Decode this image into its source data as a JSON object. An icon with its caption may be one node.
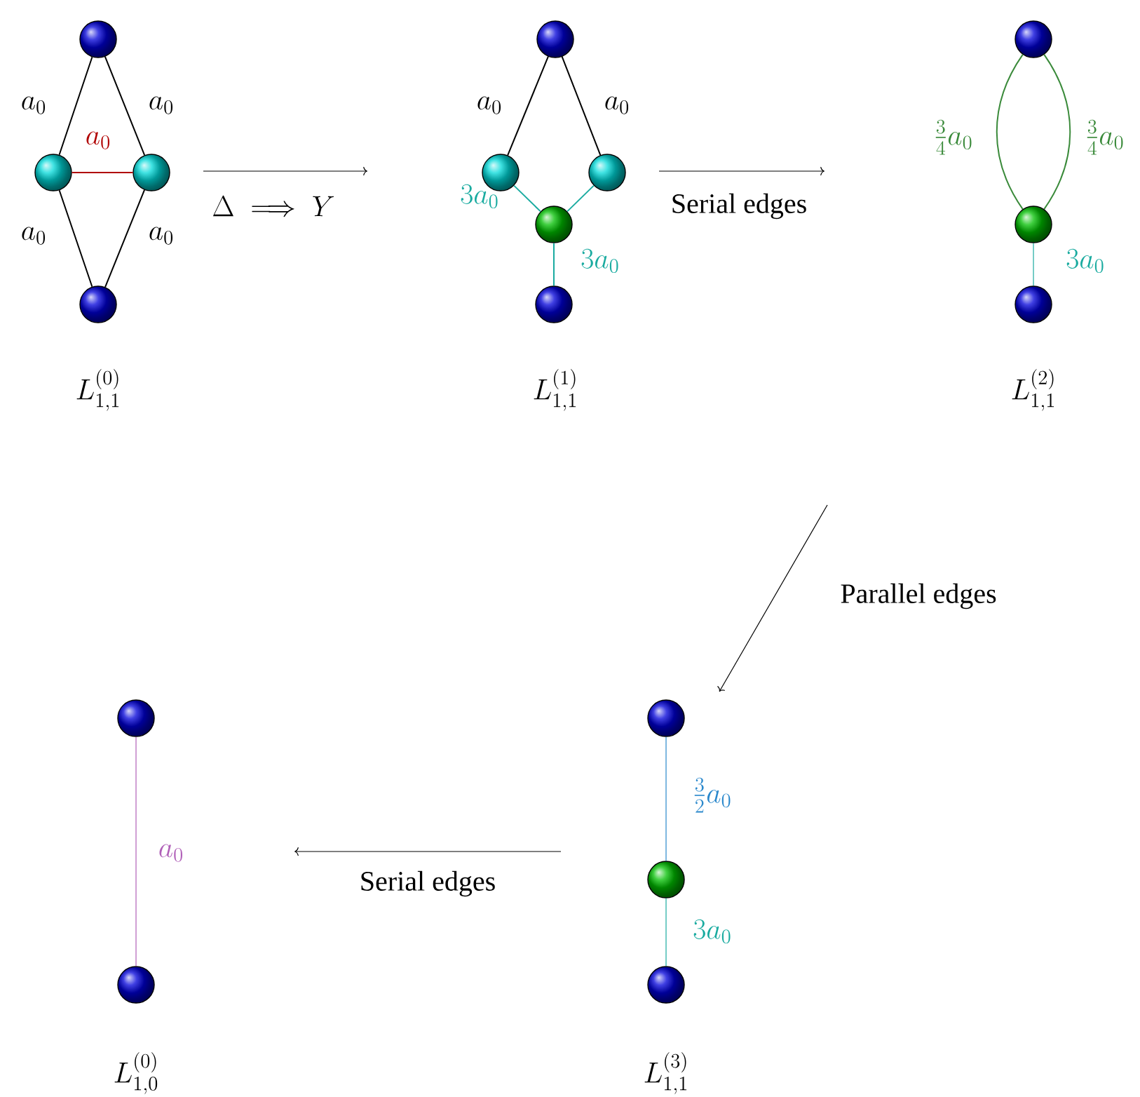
{
  "diagram": {
    "nodes": [
      {
        "text": [],
        "shape": "circle"
      },
      {
        "text": [],
        "shape": "circle"
      },
      {
        "text": [],
        "shape": "circle"
      },
      {
        "text": [],
        "shape": "circle"
      },
      {
        "text": [],
        "shape": "circle"
      },
      {
        "text": [],
        "shape": "circle"
      },
      {
        "text": [],
        "shape": "circle"
      },
      {
        "text": [],
        "shape": "circle"
      },
      {
        "text": [],
        "shape": "circle"
      },
      {
        "text": [],
        "shape": "circle"
      },
      {
        "text": [],
        "shape": "circle"
      },
      {
        "text": [],
        "shape": "circle"
      },
      {
        "text": [],
        "shape": "circle"
      },
      {
        "text": [],
        "shape": "circle"
      },
      {
        "text": [],
        "shape": "circle"
      },
      {
        "text": [],
        "shape": "circle"
      },
      {
        "text": [],
        "shape": "circle"
      }
    ],
    "edges": [
      {
        "from": 0,
        "to": 1,
        "arrow": "none",
        "label": "a_0"
      },
      {
        "from": 0,
        "to": 2,
        "arrow": "none",
        "label": "a_0"
      },
      {
        "from": 1,
        "to": 2,
        "arrow": "none",
        "label": "a_0",
        "color": "#b00000"
      },
      {
        "from": 1,
        "to": 3,
        "arrow": "none",
        "label": "a_0"
      },
      {
        "from": 2,
        "to": 3,
        "arrow": "none",
        "label": "a_0"
      },
      {
        "from": 4,
        "to": 5,
        "arrow": "none",
        "label": "a_0"
      },
      {
        "from": 4,
        "to": 6,
        "arrow": "none",
        "label": "a_0"
      },
      {
        "from": 5,
        "to": 7,
        "arrow": "none",
        "label": "3a_0",
        "color": "#1aaba0"
      },
      {
        "from": 6,
        "to": 7,
        "arrow": "none",
        "color": "#1aaba0"
      },
      {
        "from": 7,
        "to": 8,
        "arrow": "none",
        "label": "3a_0",
        "color": "#1aaba0"
      },
      {
        "from": 9,
        "to": 10,
        "arrow": "none",
        "label": "\\frac{3}{4}a_0",
        "color": "#3a8a3a"
      },
      {
        "from": 9,
        "to": 10,
        "arrow": "none",
        "label": "\\frac{3}{4}a_0",
        "color": "#3a8a3a"
      },
      {
        "from": 10,
        "to": 11,
        "arrow": "none",
        "label": "3a_0",
        "color": "#1aaba0"
      },
      {
        "from": 12,
        "to": 13,
        "arrow": "none",
        "label": "\\frac{3}{2}a_0",
        "color": "#2a88cc"
      },
      {
        "from": 13,
        "to": 14,
        "arrow": "none",
        "label": "3a_0",
        "color": "#1aaba0"
      },
      {
        "from": 15,
        "to": 16,
        "arrow": "none",
        "label": "a_0",
        "color": "#b060b8"
      }
    ],
    "labels": [
      "L_{1,1}^{(0)}",
      "\\Delta \\implies Y",
      "L_{1,1}^{(1)}",
      "Serial edges",
      "L_{1,1}^{(2)}",
      "Parallel edges",
      "Serial edges",
      "L_{1,0}^{(0)}",
      "L_{1,1}^{(3)}"
    ]
  }
}
